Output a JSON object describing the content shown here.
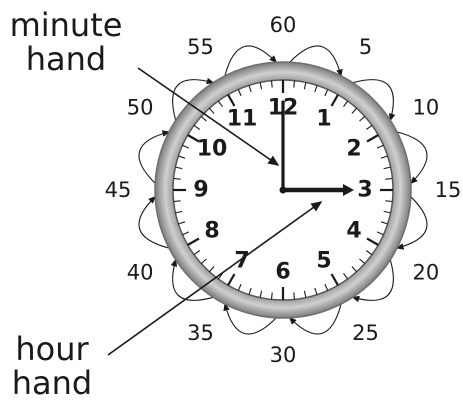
{
  "labels": {
    "minute_hand_line1": "minute",
    "minute_hand_line2": "hand",
    "hour_hand_line1": "hour",
    "hour_hand_line2": "hand"
  },
  "hour_numbers": [
    "12",
    "1",
    "2",
    "3",
    "4",
    "5",
    "6",
    "7",
    "8",
    "9",
    "10",
    "11"
  ],
  "minute_labels": [
    "60",
    "5",
    "10",
    "15",
    "20",
    "25",
    "30",
    "35",
    "40",
    "45",
    "50",
    "55"
  ],
  "time_shown": "3:00",
  "colors": {
    "ink": "#1a1a1a",
    "rim": "#9a9a9a",
    "rim_light": "#c8c8c8",
    "face": "#ffffff"
  }
}
